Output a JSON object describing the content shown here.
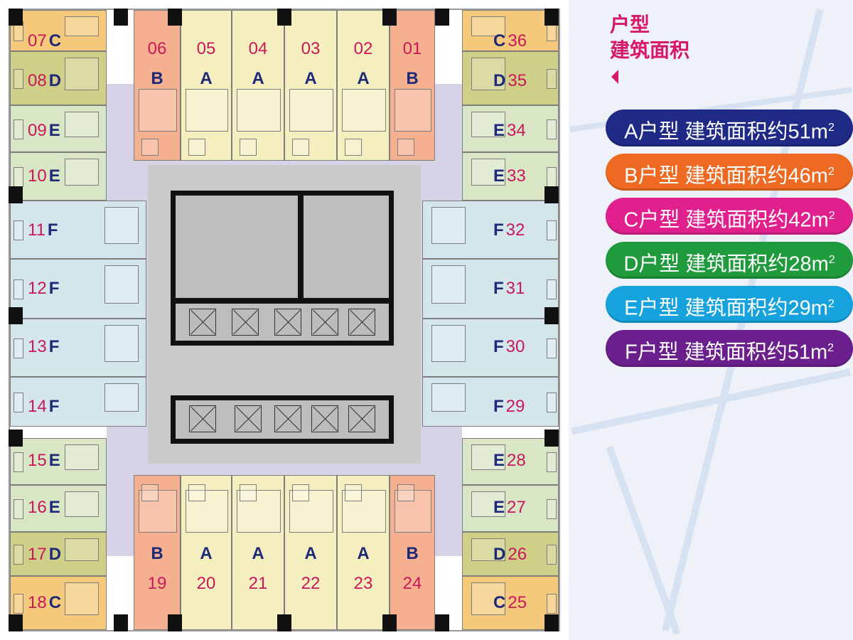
{
  "legend": {
    "title_line1": "户型",
    "title_line2": "建筑面积",
    "items": [
      {
        "text": "A户型  建筑面积约51m",
        "sup": "2",
        "color": "#1f2a86"
      },
      {
        "text": "B户型  建筑面积约46m",
        "sup": "2",
        "color": "#ee6a22"
      },
      {
        "text": "C户型  建筑面积约42m",
        "sup": "2",
        "color": "#e0208c"
      },
      {
        "text": "D户型  建筑面积约28m",
        "sup": "2",
        "color": "#1f9a3c"
      },
      {
        "text": "E户型  建筑面积约29m",
        "sup": "2",
        "color": "#16a2dd"
      },
      {
        "text": "F户型  建筑面积约51m",
        "sup": "2",
        "color": "#6a1f8c"
      }
    ]
  },
  "colors": {
    "A": "#f5eebf",
    "B": "#f5b08f",
    "C": "#f5c97a",
    "D": "#cfcf88",
    "E": "#d9e6c6",
    "F": "#d4e6ec"
  },
  "units": {
    "top": [
      {
        "num": "06",
        "type": "B"
      },
      {
        "num": "05",
        "type": "A"
      },
      {
        "num": "04",
        "type": "A"
      },
      {
        "num": "03",
        "type": "A"
      },
      {
        "num": "02",
        "type": "A"
      },
      {
        "num": "01",
        "type": "B"
      }
    ],
    "bottom": [
      {
        "num": "19",
        "type": "B"
      },
      {
        "num": "20",
        "type": "A"
      },
      {
        "num": "21",
        "type": "A"
      },
      {
        "num": "22",
        "type": "A"
      },
      {
        "num": "23",
        "type": "A"
      },
      {
        "num": "24",
        "type": "B"
      }
    ],
    "left": [
      {
        "num": "07",
        "type": "C"
      },
      {
        "num": "08",
        "type": "D"
      },
      {
        "num": "09",
        "type": "E"
      },
      {
        "num": "10",
        "type": "E"
      },
      {
        "num": "11",
        "type": "F"
      },
      {
        "num": "12",
        "type": "F"
      },
      {
        "num": "13",
        "type": "F"
      },
      {
        "num": "14",
        "type": "F"
      },
      {
        "num": "15",
        "type": "E"
      },
      {
        "num": "16",
        "type": "E"
      },
      {
        "num": "17",
        "type": "D"
      },
      {
        "num": "18",
        "type": "C"
      }
    ],
    "right": [
      {
        "num": "36",
        "type": "C"
      },
      {
        "num": "35",
        "type": "D"
      },
      {
        "num": "34",
        "type": "E"
      },
      {
        "num": "33",
        "type": "E"
      },
      {
        "num": "32",
        "type": "F"
      },
      {
        "num": "31",
        "type": "F"
      },
      {
        "num": "30",
        "type": "F"
      },
      {
        "num": "29",
        "type": "F"
      },
      {
        "num": "28",
        "type": "E"
      },
      {
        "num": "27",
        "type": "E"
      },
      {
        "num": "26",
        "type": "D"
      },
      {
        "num": "25",
        "type": "C"
      }
    ]
  }
}
